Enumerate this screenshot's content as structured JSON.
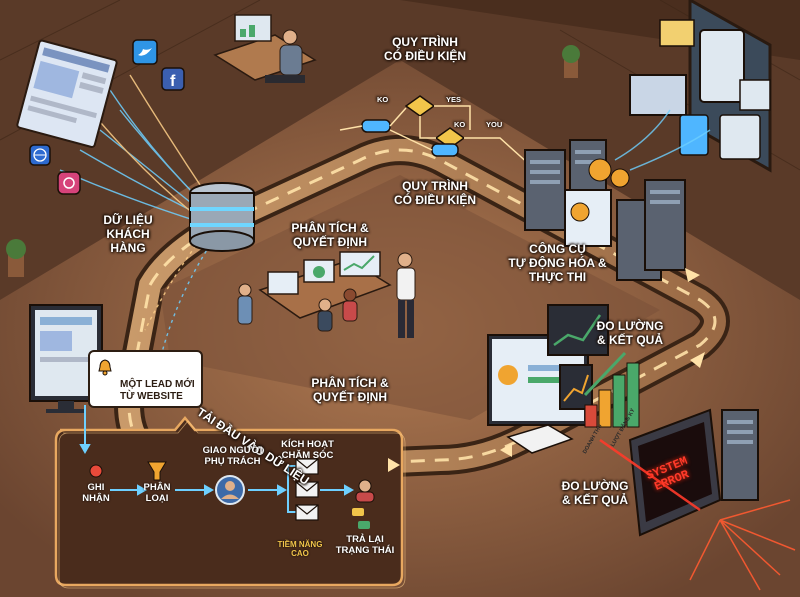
{
  "colors": {
    "floor": "#6b4530",
    "wall": "#5a3a28",
    "track": "#b88a60",
    "glow": "#ffd89a",
    "accent_blue": "#4fb6ff",
    "error_red": "#ff3a2a"
  },
  "labels": {
    "customer_data": "DỮ LIỆU\nKHÁCH HÀNG",
    "conditional_process_top": "QUY TRÌNH\nCÓ ĐIỀU KIỆN",
    "conditional_process_mid": "QUY TRÌNH\nCÓ ĐIỀU KIỆN",
    "analysis_top": "PHÂN TÍCH &\nQUYẾT ĐỊNH",
    "analysis_bottom": "PHÂN TÍCH &\nQUYẾT ĐỊNH",
    "automation_tools": "CÔNG CỤ\nTỰ ĐỘNG HÓA &\nTHỰC THI",
    "measurement_right": "ĐO LƯỜNG\n& KẾT QUẢ",
    "measurement_bottom": "ĐO LƯỜNG\n& KẾT QUẢ",
    "data_loading": "TẢI ĐẦU VÀO DỮ LIỆU",
    "system_error": "SYSTEM\nERROR"
  },
  "flowchart_labels": {
    "no1": "KO",
    "yes": "YES",
    "no2": "KO",
    "you": "YOU"
  },
  "notification": {
    "text": "MỘT LEAD MỚI\nTỪ WEBSITE",
    "icon": "bell-icon"
  },
  "chart_labels": {
    "revenue": "DOANH THU",
    "signups": "LƯỢT ĐĂNG KÝ"
  },
  "lead_flow": {
    "steps": [
      {
        "label": "GHI\nNHẬN",
        "icon": "record-dot-icon"
      },
      {
        "label": "PHÂN\nLOẠI",
        "icon": "funnel-icon"
      },
      {
        "label": "GIAO NGƯỜI\nPHỤ TRÁCH",
        "icon": "person-avatar-icon"
      },
      {
        "label": "KÍCH HOẠT\nCHĂM SÓC",
        "icon": "email-stack-icon"
      },
      {
        "label": "TRẢ LẠI\nTRẠNG THÁI",
        "icon": "agent-icon"
      }
    ],
    "high_potential": "TIỀM NĂNG\nCAO"
  },
  "social_icons": [
    "twitter-icon",
    "facebook-icon",
    "globe-icon",
    "instagram-icon"
  ]
}
